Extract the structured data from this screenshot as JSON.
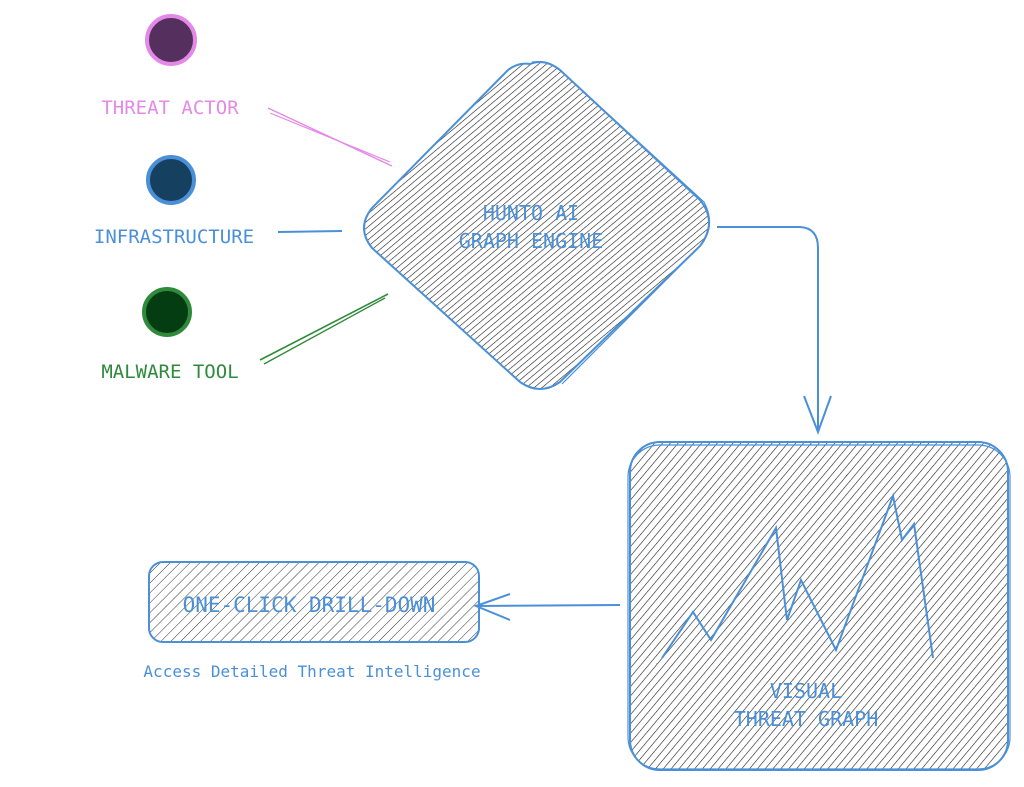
{
  "colors": {
    "threat_actor": "#e38ae8",
    "threat_actor_fill": "#552f5e",
    "infrastructure": "#4a90d9",
    "infrastructure_fill": "#16405f",
    "malware": "#2f8a3c",
    "malware_fill": "#053d12",
    "blue": "#4a90d9",
    "hatch": "#1e1e1e"
  },
  "legend": [
    {
      "id": "threat-actor",
      "label": "THREAT ACTOR"
    },
    {
      "id": "infrastructure",
      "label": "INFRASTRUCTURE"
    },
    {
      "id": "malware-tool",
      "label": "MALWARE TOOL"
    }
  ],
  "engine": {
    "line1": "HUNTO AI",
    "line2": "GRAPH ENGINE"
  },
  "graph": {
    "line1": "VISUAL",
    "line2": "THREAT GRAPH"
  },
  "drilldown": {
    "label": "ONE-CLICK DRILL-DOWN",
    "caption": "Access Detailed Threat Intelligence"
  }
}
